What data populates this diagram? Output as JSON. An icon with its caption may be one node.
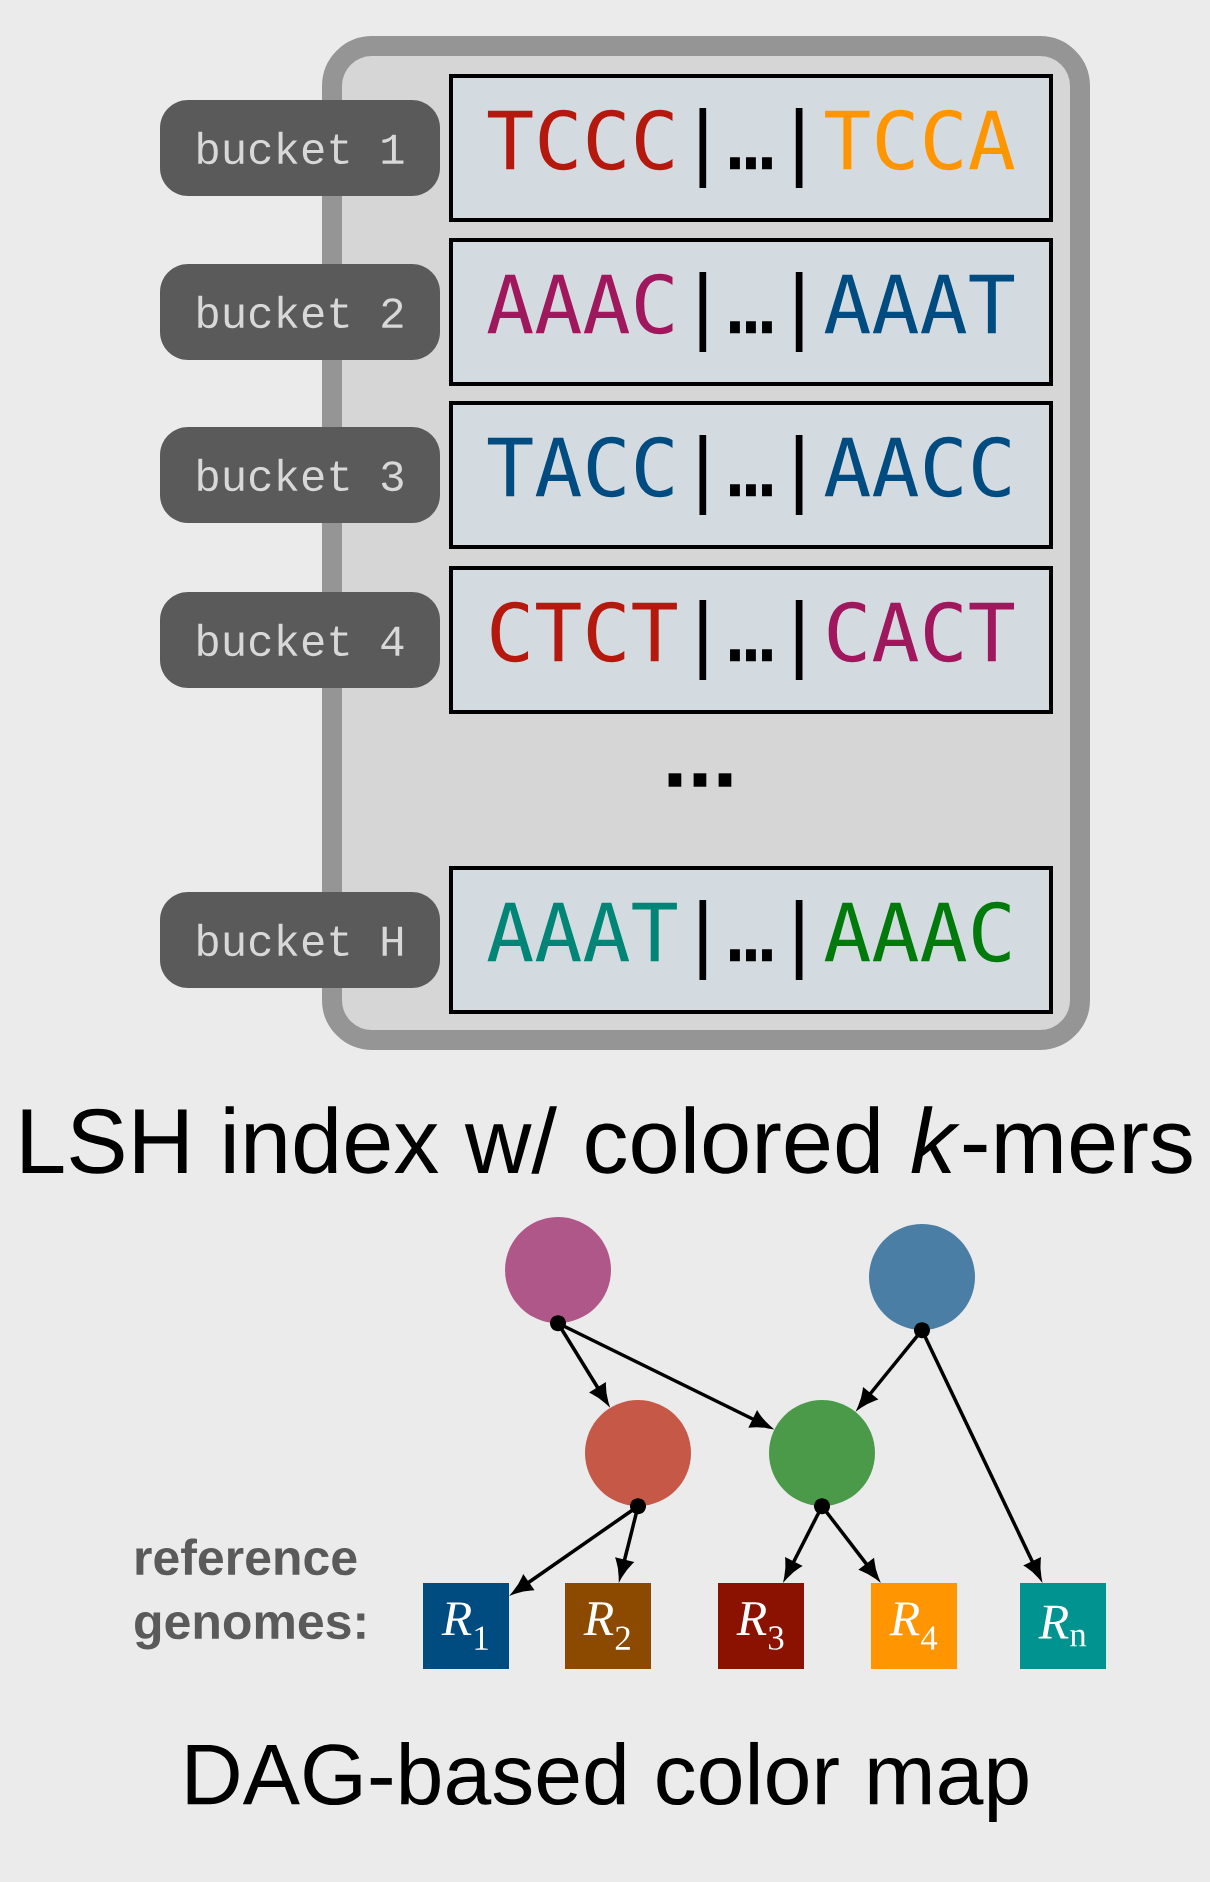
{
  "diagram": {
    "nodes": [
      {
        "text": [
          "LSH index w/ colored *k*-mers"
        ]
      },
      {
        "text": [
          "bucket 1"
        ]
      },
      {
        "text": [
          "TCCC",
          "|…|",
          "TCCA"
        ],
        "in": 0
      },
      {
        "text": [
          "bucket 2"
        ]
      },
      {
        "text": [
          "AAAC",
          "|…|",
          "AAAT"
        ],
        "in": 0
      },
      {
        "text": [
          "bucket 3"
        ]
      },
      {
        "text": [
          "TACC",
          "|…|",
          "AACC"
        ],
        "in": 0
      },
      {
        "text": [
          "bucket 4"
        ]
      },
      {
        "text": [
          "CTCT",
          "|…|",
          "CACT"
        ],
        "in": 0
      },
      {
        "text": [
          "bucket H"
        ]
      },
      {
        "text": [
          "AAAT",
          "|…|",
          "AAAC"
        ],
        "in": 0
      },
      {
        "text": [],
        "shape": "circle"
      },
      {
        "text": [],
        "shape": "circle"
      },
      {
        "text": [],
        "shape": "circle"
      },
      {
        "text": [],
        "shape": "circle"
      },
      {
        "text": [
          "*R*$_{1}$"
        ]
      },
      {
        "text": [
          "*R*$_{2}$"
        ]
      },
      {
        "text": [
          "*R*$_{3}$"
        ]
      },
      {
        "text": [
          "*R*$_{4}$"
        ]
      },
      {
        "text": [
          "*R*$_{n}$"
        ]
      }
    ],
    "edges": [
      {
        "from": 11,
        "to": 13,
        "arrow": "to"
      },
      {
        "from": 11,
        "to": 14,
        "arrow": "to"
      },
      {
        "from": 12,
        "to": 14,
        "arrow": "to"
      },
      {
        "from": 12,
        "to": 19,
        "arrow": "to"
      },
      {
        "from": 13,
        "to": 15,
        "arrow": "to"
      },
      {
        "from": 13,
        "to": 16,
        "arrow": "to"
      },
      {
        "from": 14,
        "to": 17,
        "arrow": "to"
      },
      {
        "from": 14,
        "to": 18,
        "arrow": "to"
      }
    ],
    "labels": [
      "...",
      "reference genomes:",
      "DAG-based color map"
    ]
  }
}
